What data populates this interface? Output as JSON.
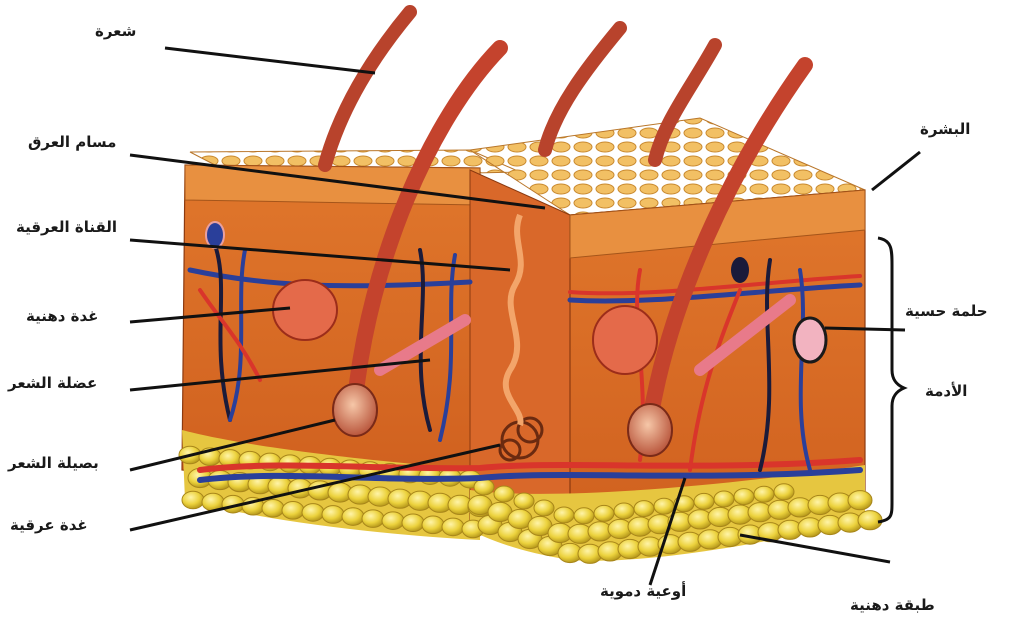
{
  "labels": {
    "hair": "شعرة",
    "sweat_pore": "مسام العرق",
    "sweat_duct": "القناة العرقية",
    "sebaceous_gland": "غدة دهنية",
    "hair_muscle": "عضلة الشعر",
    "hair_follicle": "بصيلة الشعر",
    "sweat_gland": "غدة عرقية",
    "blood_vessels": "أوعية دموية",
    "fat_layer": "طبقة دهنية",
    "epidermis": "البشرة",
    "sensory_receptor": "حلمة حسية",
    "dermis": "الأدمة"
  },
  "colors": {
    "epidermis": "#e9a94a",
    "dermis": "#e0772c",
    "dermis_dark": "#b84e17",
    "fat": "#ecd23d",
    "hair": "#c4432d",
    "artery": "#d9352b",
    "vein": "#2a3f9a",
    "line": "#111111"
  }
}
